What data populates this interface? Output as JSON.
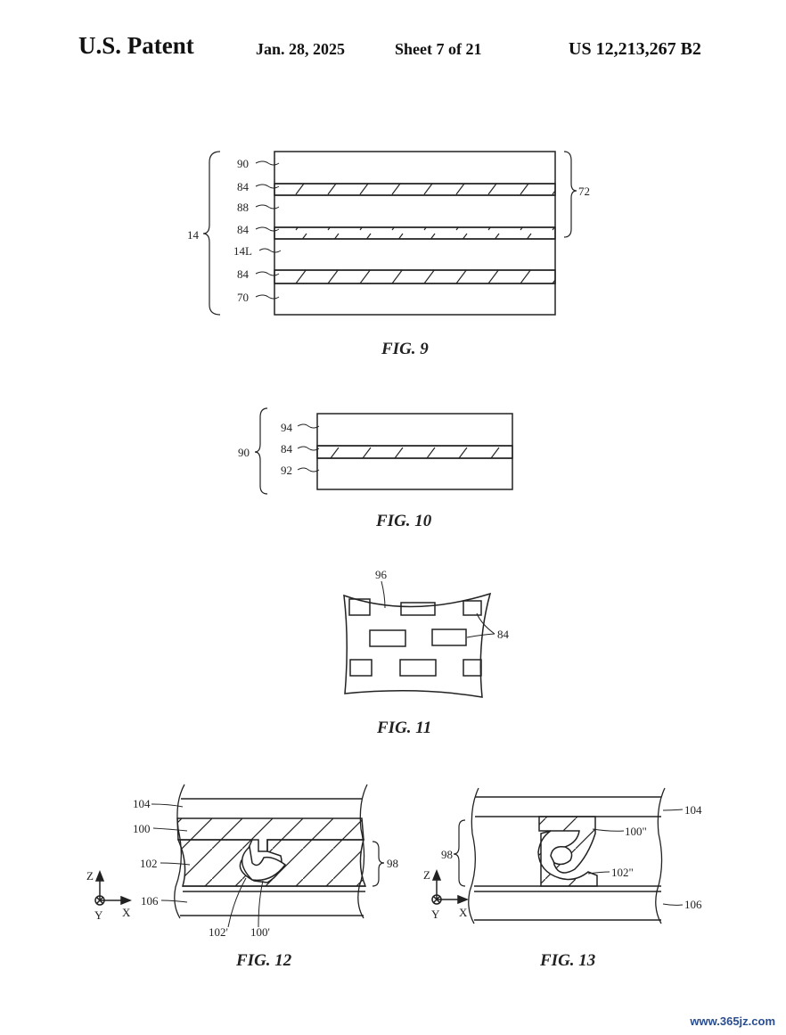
{
  "header": {
    "title": "U.S. Patent",
    "date": "Jan. 28, 2025",
    "sheet": "Sheet 7 of 21",
    "number": "US 12,213,267 B2"
  },
  "fig9": {
    "caption": "FIG. 9",
    "layer_labels": [
      "90",
      "84",
      "88",
      "84",
      "14L",
      "84",
      "70"
    ],
    "left_brace": "14",
    "right_brace": "72"
  },
  "fig10": {
    "caption": "FIG. 10",
    "layer_labels": [
      "94",
      "84",
      "92"
    ],
    "left_brace": "90"
  },
  "fig11": {
    "caption": "FIG. 11",
    "labels": [
      "96",
      "84"
    ]
  },
  "fig12": {
    "caption": "FIG. 12",
    "labels": [
      "104",
      "100",
      "102",
      "106",
      "98",
      "102'",
      "100'"
    ],
    "axes": [
      "Z",
      "Y",
      "X"
    ]
  },
  "fig13": {
    "caption": "FIG. 13",
    "labels": [
      "104",
      "100\"",
      "98",
      "102\"",
      "106"
    ],
    "axes": [
      "Z",
      "Y",
      "X"
    ]
  },
  "watermark": "www.365jz.com"
}
